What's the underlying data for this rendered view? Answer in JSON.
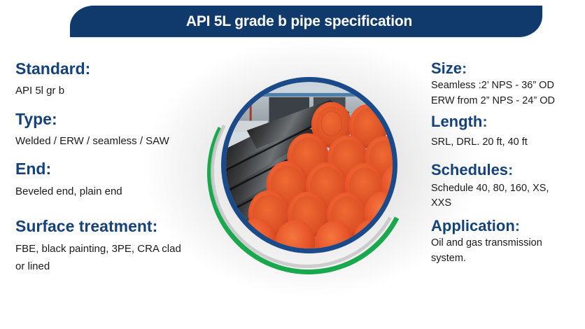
{
  "banner": {
    "title": "API 5L grade b pipe specification",
    "background_color": "#103a6b",
    "text_color": "#ffffff"
  },
  "theme": {
    "heading_color": "#144279",
    "body_color": "#1a1a1a",
    "accent_green": "#1aa84f",
    "ring_navy": "#1b4a8a",
    "cap_orange": "#e8562a",
    "page_background": "#ffffff"
  },
  "left_column": [
    {
      "heading": "Standard:",
      "lines": [
        "API 5l gr b"
      ]
    },
    {
      "heading": "Type:",
      "lines": [
        "Welded / ERW / seamless / SAW"
      ]
    },
    {
      "heading": "End:",
      "lines": [
        "Beveled end, plain end"
      ]
    },
    {
      "heading": "Surface treatment:",
      "lines": [
        "FBE, black painting, 3PE, CRA clad",
        "or lined"
      ]
    }
  ],
  "right_column": [
    {
      "heading": "Size",
      "colon": ":",
      "lines": [
        "Seamless :2’ NPS - 36” OD",
        "ERW from 2” NPS - 24” OD"
      ]
    },
    {
      "heading": "Length",
      "colon": ":",
      "lines": [
        "SRL, DRL. 20 ft, 40 ft"
      ]
    },
    {
      "heading": "Schedules",
      "colon": ":",
      "lines": [
        "Schedule 40, 80, 160, XS,",
        "XXS"
      ]
    },
    {
      "heading": "Application",
      "colon": ":",
      "lines": [
        "Oil and gas transmission",
        "system."
      ]
    }
  ],
  "photo": {
    "alt": "Stacked black steel pipes with orange plastic end caps",
    "icon": "pipe-stack-photo"
  }
}
